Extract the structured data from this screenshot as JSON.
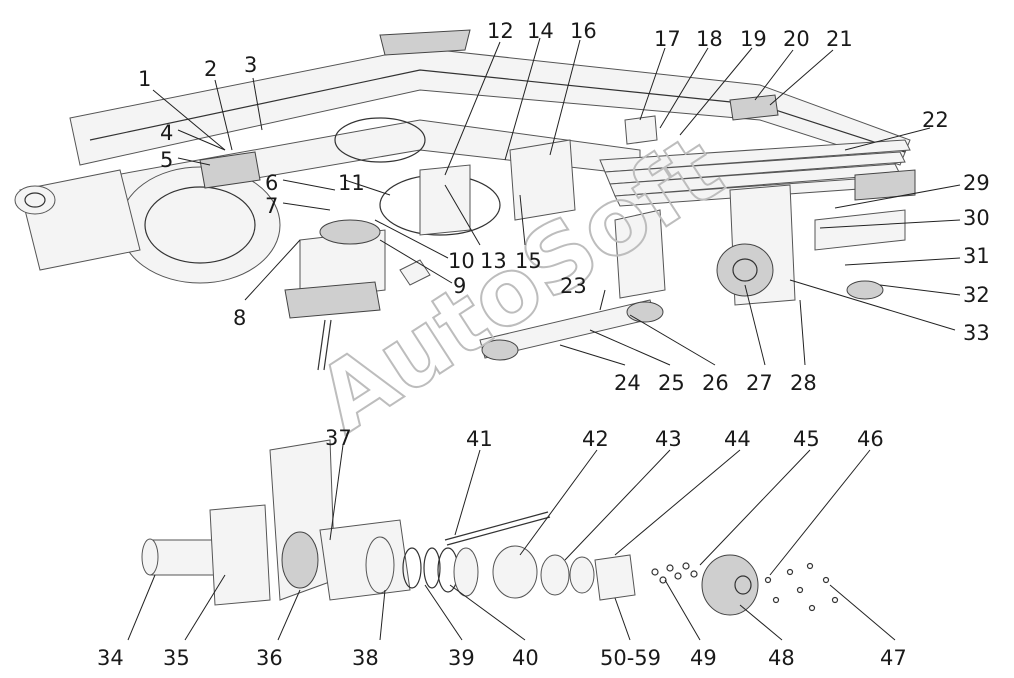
{
  "watermark": "AutoSoft",
  "labels": [
    "1",
    "2",
    "3",
    "4",
    "5",
    "6",
    "7",
    "8",
    "9",
    "10",
    "11",
    "12",
    "13",
    "14",
    "15",
    "16",
    "17",
    "18",
    "19",
    "20",
    "21",
    "22",
    "23",
    "24",
    "25",
    "26",
    "27",
    "28",
    "29",
    "30",
    "31",
    "32",
    "33",
    "34",
    "35",
    "36",
    "37",
    "38",
    "39",
    "40",
    "41",
    "42",
    "43",
    "44",
    "45",
    "46",
    "47",
    "48",
    "49",
    "50-59"
  ]
}
